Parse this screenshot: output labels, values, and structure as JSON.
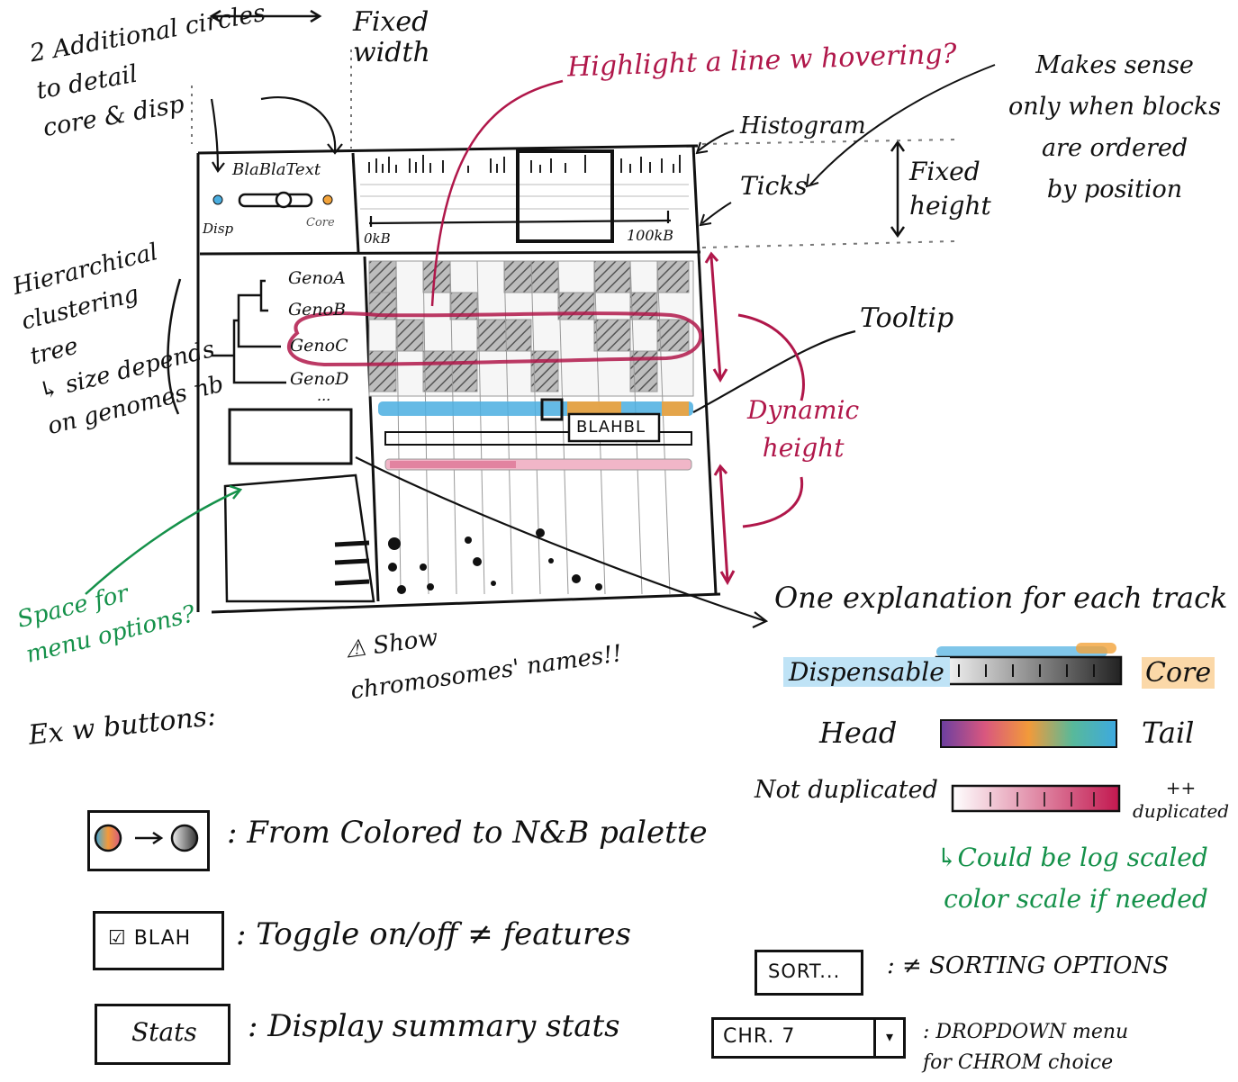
{
  "annotations": {
    "fixed_width": "Fixed\nwidth",
    "additional_circles": "2 Additional circles\nto detail\ncore & disp",
    "highlight_line": "Highlight a line w hovering?",
    "makes_sense": "Makes sense\nonly when blocks\nare ordered\nby position",
    "histogram": "Histogram",
    "ticks": "Ticks",
    "fixed_height": "Fixed\nheight",
    "hier_tree": "Hierarchical\nclustering\ntree\n↳ size depends\non genomes nb",
    "tooltip": "Tooltip",
    "dynamic_height": "Dynamic\nheight",
    "space_menu": "Space for\nmenu options?",
    "show_chrom": "⚠ Show\nchromosomes' names!!",
    "one_expl": "One explanation for each track",
    "ex_buttons": "Ex w buttons:"
  },
  "panel": {
    "title_text": "BlaBlaText",
    "disp_label": "Disp",
    "core_label": "Core",
    "axis_start": "0kB",
    "axis_end": "100kB",
    "genomes": [
      "GenoA",
      "GenoB",
      "GenoC",
      "GenoD"
    ],
    "genome_more": "...",
    "tooltip_text": "BLAHBL"
  },
  "legends": [
    {
      "left": "Dispensable",
      "right": "Core"
    },
    {
      "left": "Head",
      "right": "Tail"
    },
    {
      "left": "Not duplicated",
      "right": "++\nduplicated"
    }
  ],
  "log_note": "↳Could be log scaled\ncolor scale if needed",
  "buttons": {
    "palette_desc": ": From Colored to N&B palette",
    "toggle_label": "☑ BLAH",
    "toggle_desc": ": Toggle on/off ≠ features",
    "stats_label": "Stats",
    "stats_desc": ": Display summary stats",
    "sort_label": "SORT...",
    "sort_desc": ": ≠ SORTING OPTIONS",
    "chr_label": "CHR. 7",
    "chr_arrow": "▾",
    "chr_desc": ": DROPDOWN menu\nfor CHROM choice"
  },
  "colors": {
    "red_ink": "#b0174a",
    "green_ink": "#15914a",
    "blue_track": "#4aaee0",
    "orange_track": "#f2a33a",
    "pink_track": "#d65a7f"
  }
}
